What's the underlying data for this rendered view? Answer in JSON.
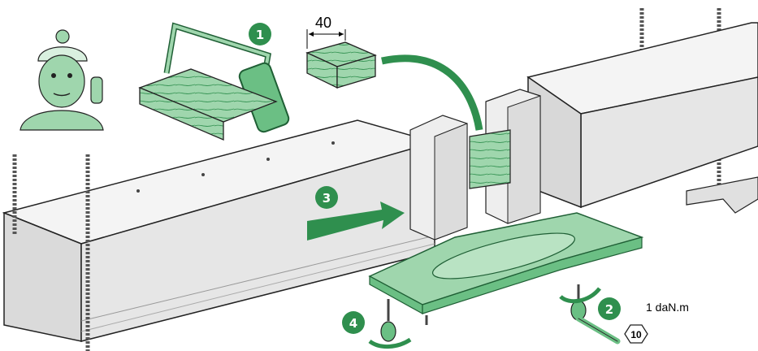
{
  "colors": {
    "accent_green": "#2f8f4e",
    "light_green": "#9fd6ad",
    "mid_green": "#6bbf84",
    "housing_grey": "#e9e9e9",
    "housing_shadow": "#cfcfcf",
    "outline": "#222222"
  },
  "icons": [
    "worker-thinking-icon",
    "hacksaw-icon",
    "wood-block-icon",
    "wrench-icon",
    "arrow-icon"
  ],
  "labels": {
    "dimension": "40",
    "torque": "1 daN.m",
    "wrench_size": "10"
  },
  "steps": [
    {
      "number": "1"
    },
    {
      "number": "2"
    },
    {
      "number": "3"
    },
    {
      "number": "4"
    }
  ]
}
